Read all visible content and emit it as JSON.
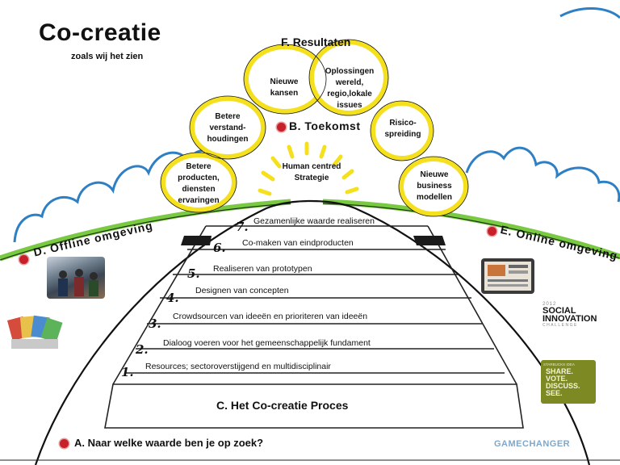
{
  "header": {
    "title": "Co-creatie",
    "subtitle": "zoals wij het zien"
  },
  "results": {
    "title": "F. Resultaten",
    "bubbles": [
      {
        "label": "Betere\nproducten,\ndiensten\nervaringen"
      },
      {
        "label": "Betere\nverstand-\nhoudingen"
      },
      {
        "label": "Nieuwe\nkansen"
      },
      {
        "label": "Oplossingen\nwereld,\nregio,lokale\nissues"
      },
      {
        "label": "Risico-\nspreiding"
      },
      {
        "label": "Nieuwe\nbusiness\nmodellen"
      }
    ]
  },
  "future": {
    "label": "B. Toekomst",
    "strategy": "Human centred\nStrategie"
  },
  "environments": {
    "offline": "D. Offline omgeving",
    "online": "E. Online omgeving"
  },
  "process": {
    "title": "C. Het Co-creatie Proces",
    "steps": [
      {
        "num": "1.",
        "label": "Resources; sectoroverstijgend en multidisciplinair"
      },
      {
        "num": "2.",
        "label": "Dialoog voeren voor het gemeenschappelijk fundament"
      },
      {
        "num": "3.",
        "label": "Crowdsourcen van ideeën en prioriteren van ideeën"
      },
      {
        "num": "4.",
        "label": "Designen van concepten"
      },
      {
        "num": "5.",
        "label": "Realiseren van prototypen"
      },
      {
        "num": "6.",
        "label": "Co-maken van eindproducten"
      },
      {
        "num": "7.",
        "label": "Gezamenlijke waarde realiseren"
      }
    ]
  },
  "question": "A. Naar welke waarde ben je op zoek?",
  "logos": {
    "social_small": "2012",
    "social_main": "SOCIAL\nINNOVATION",
    "social_sub": "CHALLENGE",
    "share_top": "STARBUCKS IDEA",
    "share": "SHARE.\nVOTE.\nDISCUSS.\nSEE.",
    "gamechanger": "GAMECHANGER"
  },
  "colors": {
    "sun": "#f5e01e",
    "cloud": "#2f7fc4",
    "grass": "#7ac943",
    "dot": "#c8202a"
  }
}
